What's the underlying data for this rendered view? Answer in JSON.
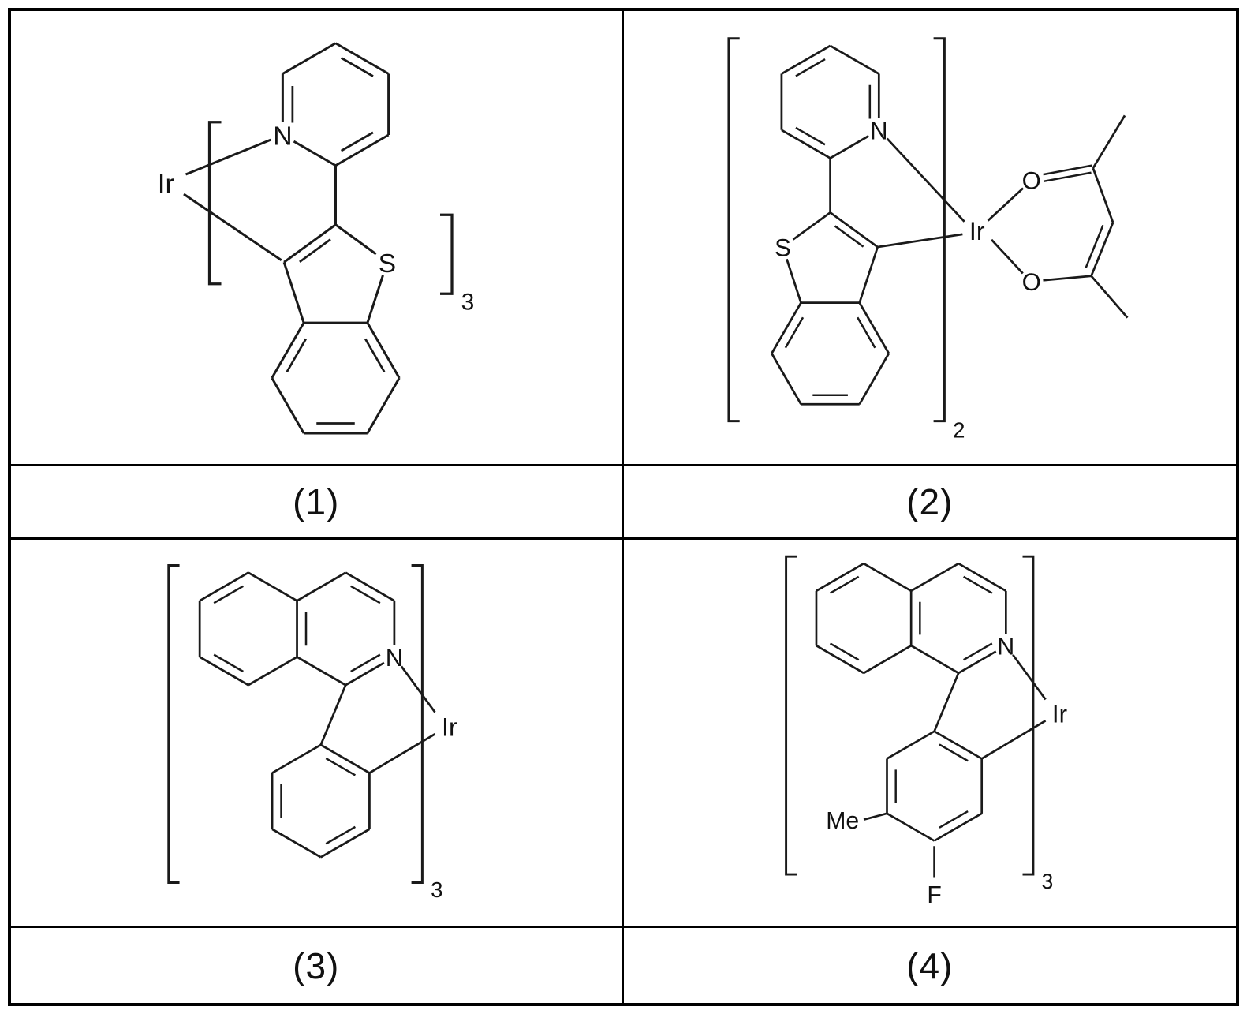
{
  "structures": {
    "s1": {
      "caption": "(1)",
      "ir": "Ir",
      "n": "N",
      "s": "S",
      "sub": "3"
    },
    "s2": {
      "caption": "(2)",
      "ir": "Ir",
      "n": "N",
      "s": "S",
      "o_top": "O",
      "o_bottom": "O",
      "sub": "2"
    },
    "s3": {
      "caption": "(3)",
      "ir": "Ir",
      "n": "N",
      "sub": "3"
    },
    "s4": {
      "caption": "(4)",
      "ir": "Ir",
      "n": "N",
      "me": "Me",
      "f": "F",
      "sub": "3"
    }
  },
  "colors": {
    "ink": "#1a1a1a",
    "background": "#ffffff",
    "border": "#000000"
  }
}
